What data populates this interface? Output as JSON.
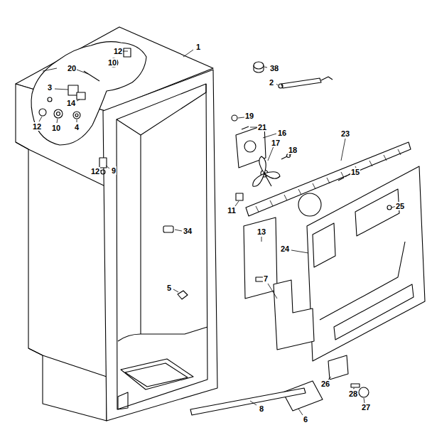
{
  "diagram": {
    "labels": [
      "1",
      "12",
      "10",
      "20",
      "3",
      "14",
      "12",
      "10",
      "4",
      "12",
      "9",
      "38",
      "2",
      "19",
      "21",
      "16",
      "17",
      "18",
      "23",
      "15",
      "11",
      "13",
      "34",
      "24",
      "25",
      "7",
      "5",
      "26",
      "28",
      "27",
      "6",
      "8"
    ]
  }
}
